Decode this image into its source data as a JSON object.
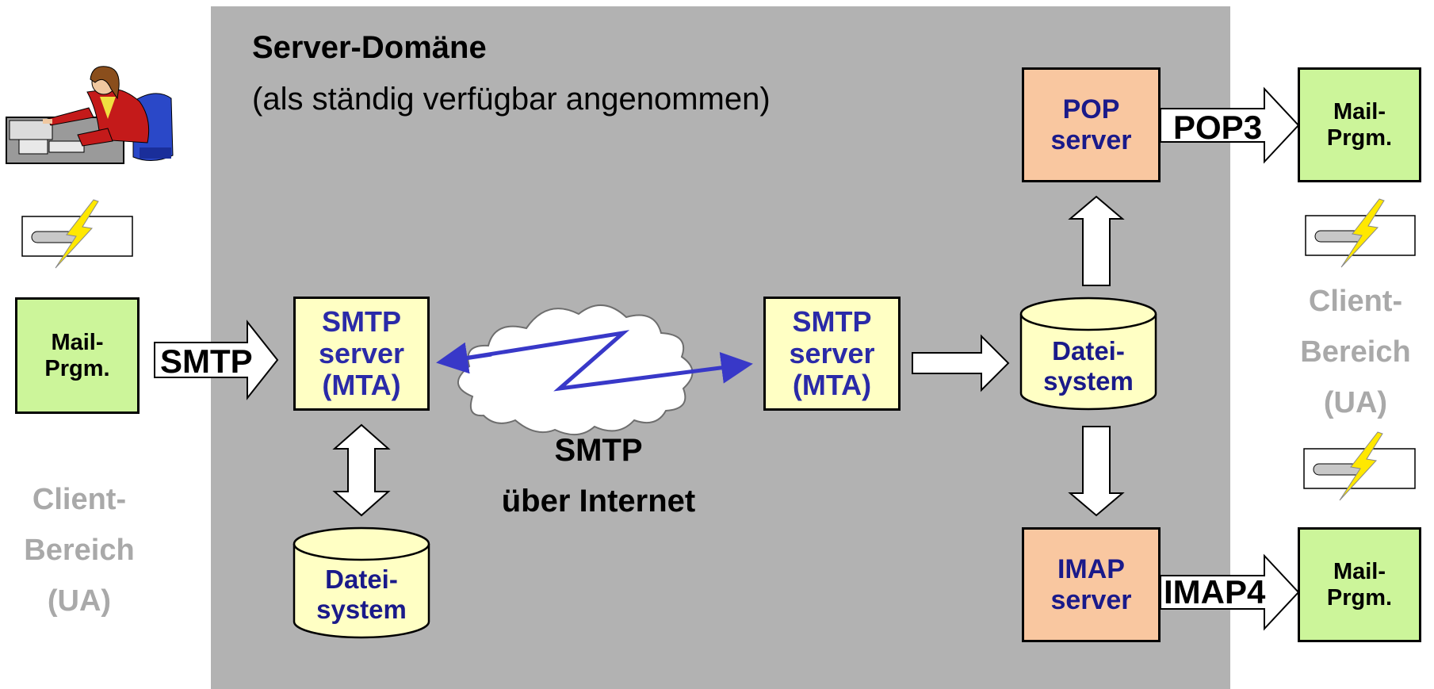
{
  "domain_title": "Server-Domäne",
  "domain_subtitle": "(als ständig verfügbar angenommen)",
  "left_client": {
    "mail_program": "Mail-\nPrgm.",
    "protocol": "SMTP",
    "area_label": [
      "Client-",
      "Bereich",
      "(UA)"
    ]
  },
  "sender_mta": {
    "label": "SMTP\nserver\n(MTA)",
    "storage": "Datei-\nsystem"
  },
  "internet": {
    "label": [
      "SMTP",
      "über Internet"
    ]
  },
  "receiver_mta": {
    "label": "SMTP\nserver\n(MTA)",
    "storage": "Datei-\nsystem"
  },
  "pop_server": {
    "label": "POP\nserver",
    "protocol": "POP3"
  },
  "imap_server": {
    "label": "IMAP\nserver",
    "protocol": "IMAP4"
  },
  "right_client": {
    "mail_program_top": "Mail-\nPrgm.",
    "mail_program_bottom": "Mail-\nPrgm.",
    "area_label": [
      "Client-",
      "Bereich",
      "(UA)"
    ]
  },
  "colors": {
    "server_domain": "#b2b2b2",
    "smtp_box": "#ffffc4",
    "pop_imap_box": "#f9c7a0",
    "mail_program_box": "#ccf59a",
    "server_text": "#2a2aa8",
    "client_label": "#a9a9a9",
    "connection_line": "#3838c8",
    "lightning": "#ffe800"
  },
  "icons": [
    "person-at-computer-icon",
    "modem-icon",
    "lightning-icon",
    "cloud-icon",
    "cylinder-icon",
    "arrow-icon"
  ]
}
